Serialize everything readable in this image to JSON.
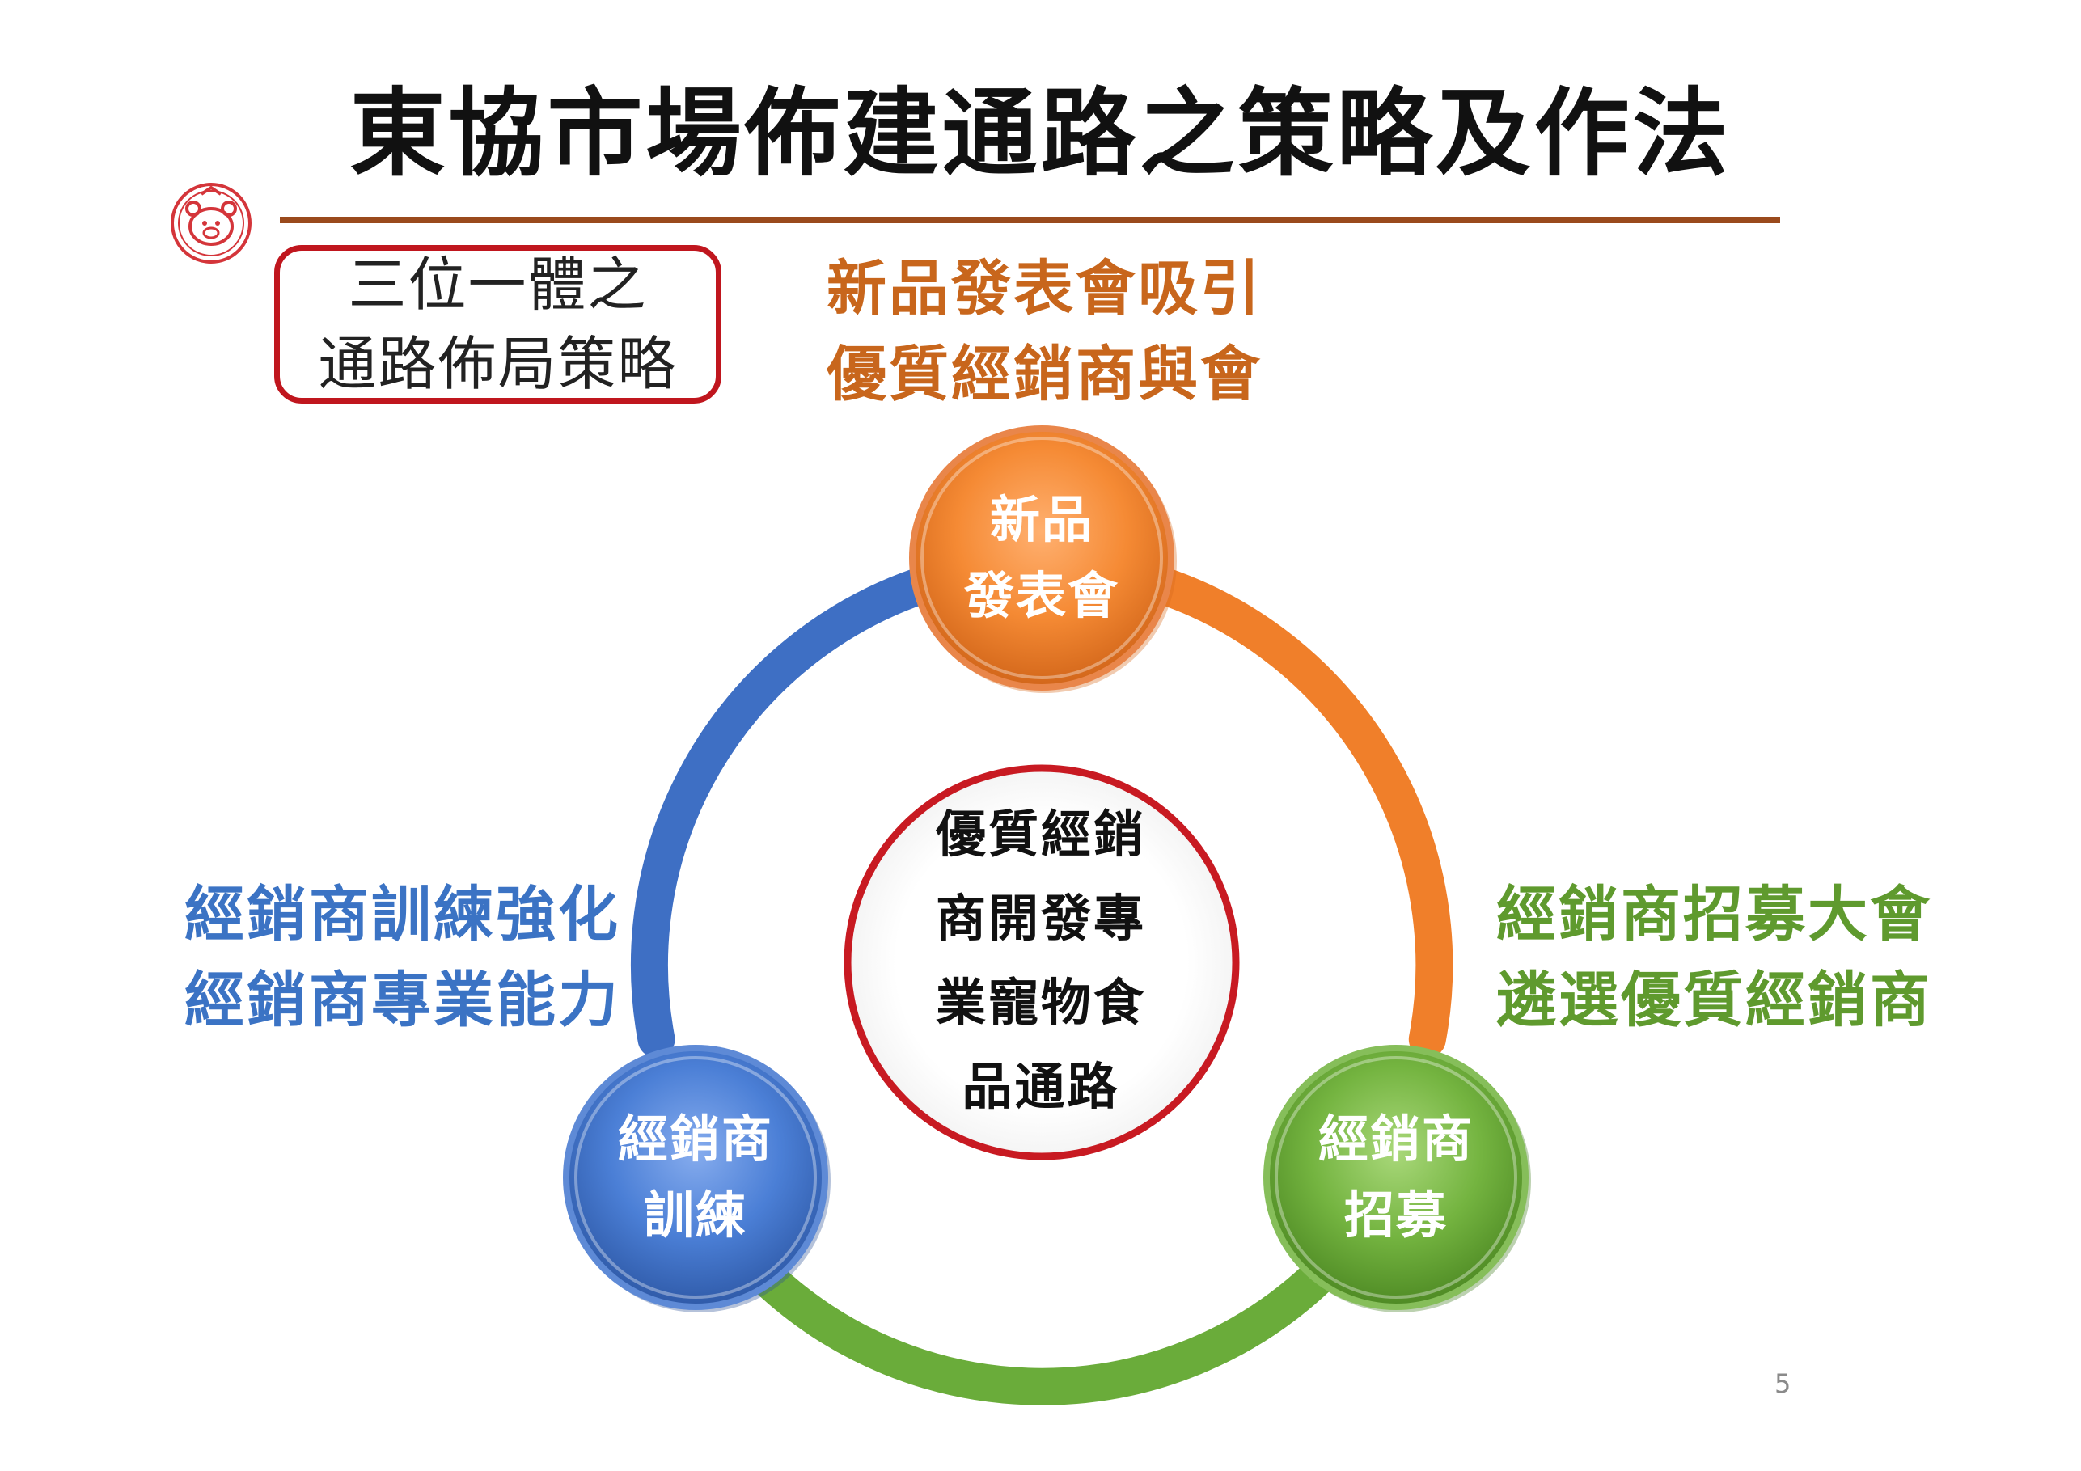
{
  "title": "東協市場佈建通路之策略及作法",
  "strategy_box": {
    "lines": [
      "三位一體之",
      "通路佈局策略"
    ]
  },
  "notes": {
    "top": [
      "新品發表會吸引",
      "優質經銷商與會"
    ],
    "left": [
      "經銷商訓練強化",
      "經銷商專業能力"
    ],
    "right": [
      "經銷商招募大會",
      "遴選優質經銷商"
    ]
  },
  "center": [
    "優質經銷",
    "商開發專",
    "業寵物食",
    "品通路"
  ],
  "nodes": {
    "top": [
      "新品",
      "發表會"
    ],
    "left": [
      "經銷商",
      "訓練"
    ],
    "right": [
      "經銷商",
      "招募"
    ]
  },
  "colors": {
    "title": "#111111",
    "rule": "#9a4a1c",
    "box_border": "#c0161e",
    "orange": "#f07f2a",
    "blue": "#3e6fc4",
    "green": "#6aac3a",
    "center_ring": "#c81a22"
  },
  "icons": {
    "logo": "pig-mascot-logo"
  },
  "page_number": "5"
}
